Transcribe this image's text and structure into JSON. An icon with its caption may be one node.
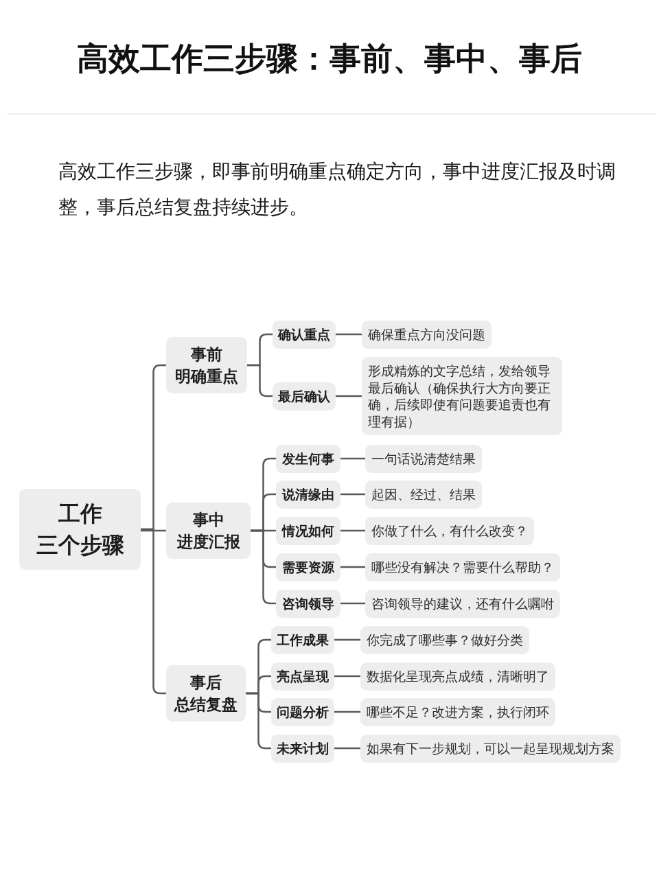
{
  "diagram": {
    "title": "高效工作三步骤：事前、事中、事后",
    "nodes": [
      {
        "text": [
          "工作三个步骤"
        ]
      },
      {
        "text": [
          "事前明确重点"
        ]
      },
      {
        "text": [
          "确认重点"
        ]
      },
      {
        "text": [
          "确保重点方向没问题"
        ]
      },
      {
        "text": [
          "最后确认"
        ]
      },
      {
        "text": [
          "形成精炼的文字总结，发给领导最后确认（确保执行大方向要正确，后续即使有问题要追责也有理有据）"
        ]
      },
      {
        "text": [
          "事中进度汇报"
        ]
      },
      {
        "text": [
          "发生何事"
        ]
      },
      {
        "text": [
          "一句话说清楚结果"
        ]
      },
      {
        "text": [
          "说清缘由"
        ]
      },
      {
        "text": [
          "起因、经过、结果"
        ]
      },
      {
        "text": [
          "情况如何"
        ]
      },
      {
        "text": [
          "你做了什么，有什么改变？"
        ]
      },
      {
        "text": [
          "需要资源"
        ]
      },
      {
        "text": [
          "哪些没有解决？需要什么帮助？"
        ]
      },
      {
        "text": [
          "咨询领导"
        ]
      },
      {
        "text": [
          "咨询领导的建议，还有什么嘱咐"
        ]
      },
      {
        "text": [
          "事后总结复盘"
        ]
      },
      {
        "text": [
          "工作成果"
        ]
      },
      {
        "text": [
          "你完成了哪些事？做好分类"
        ]
      },
      {
        "text": [
          "亮点呈现"
        ]
      },
      {
        "text": [
          "数据化呈现亮点成绩，清晰明了"
        ]
      },
      {
        "text": [
          "问题分析"
        ]
      },
      {
        "text": [
          "哪些不足？改进方案，执行闭环"
        ]
      },
      {
        "text": [
          "未来计划"
        ]
      },
      {
        "text": [
          "如果有下一步规划，可以一起呈现规划方案"
        ]
      }
    ],
    "edges": [
      {
        "from": 0,
        "to": 1,
        "arrow": "none"
      },
      {
        "from": 0,
        "to": 6,
        "arrow": "none"
      },
      {
        "from": 0,
        "to": 17,
        "arrow": "none"
      },
      {
        "from": 1,
        "to": 2,
        "arrow": "none"
      },
      {
        "from": 1,
        "to": 4,
        "arrow": "none"
      },
      {
        "from": 2,
        "to": 3,
        "arrow": "none"
      },
      {
        "from": 4,
        "to": 5,
        "arrow": "none"
      },
      {
        "from": 6,
        "to": 7,
        "arrow": "none"
      },
      {
        "from": 6,
        "to": 9,
        "arrow": "none"
      },
      {
        "from": 6,
        "to": 11,
        "arrow": "none"
      },
      {
        "from": 6,
        "to": 13,
        "arrow": "none"
      },
      {
        "from": 6,
        "to": 15,
        "arrow": "none"
      },
      {
        "from": 7,
        "to": 8,
        "arrow": "none"
      },
      {
        "from": 9,
        "to": 10,
        "arrow": "none"
      },
      {
        "from": 11,
        "to": 12,
        "arrow": "none"
      },
      {
        "from": 13,
        "to": 14,
        "arrow": "none"
      },
      {
        "from": 15,
        "to": 16,
        "arrow": "none"
      },
      {
        "from": 17,
        "to": 18,
        "arrow": "none"
      },
      {
        "from": 17,
        "to": 20,
        "arrow": "none"
      },
      {
        "from": 17,
        "to": 22,
        "arrow": "none"
      },
      {
        "from": 17,
        "to": 24,
        "arrow": "none"
      },
      {
        "from": 18,
        "to": 19,
        "arrow": "none"
      },
      {
        "from": 20,
        "to": 21,
        "arrow": "none"
      },
      {
        "from": 22,
        "to": 23,
        "arrow": "none"
      },
      {
        "from": 24,
        "to": 25,
        "arrow": "none"
      }
    ],
    "labels": [
      "高效工作三步骤，即事前明确重点确定方向，事中进度汇报及时调整，事后总结复盘持续进步。"
    ]
  }
}
